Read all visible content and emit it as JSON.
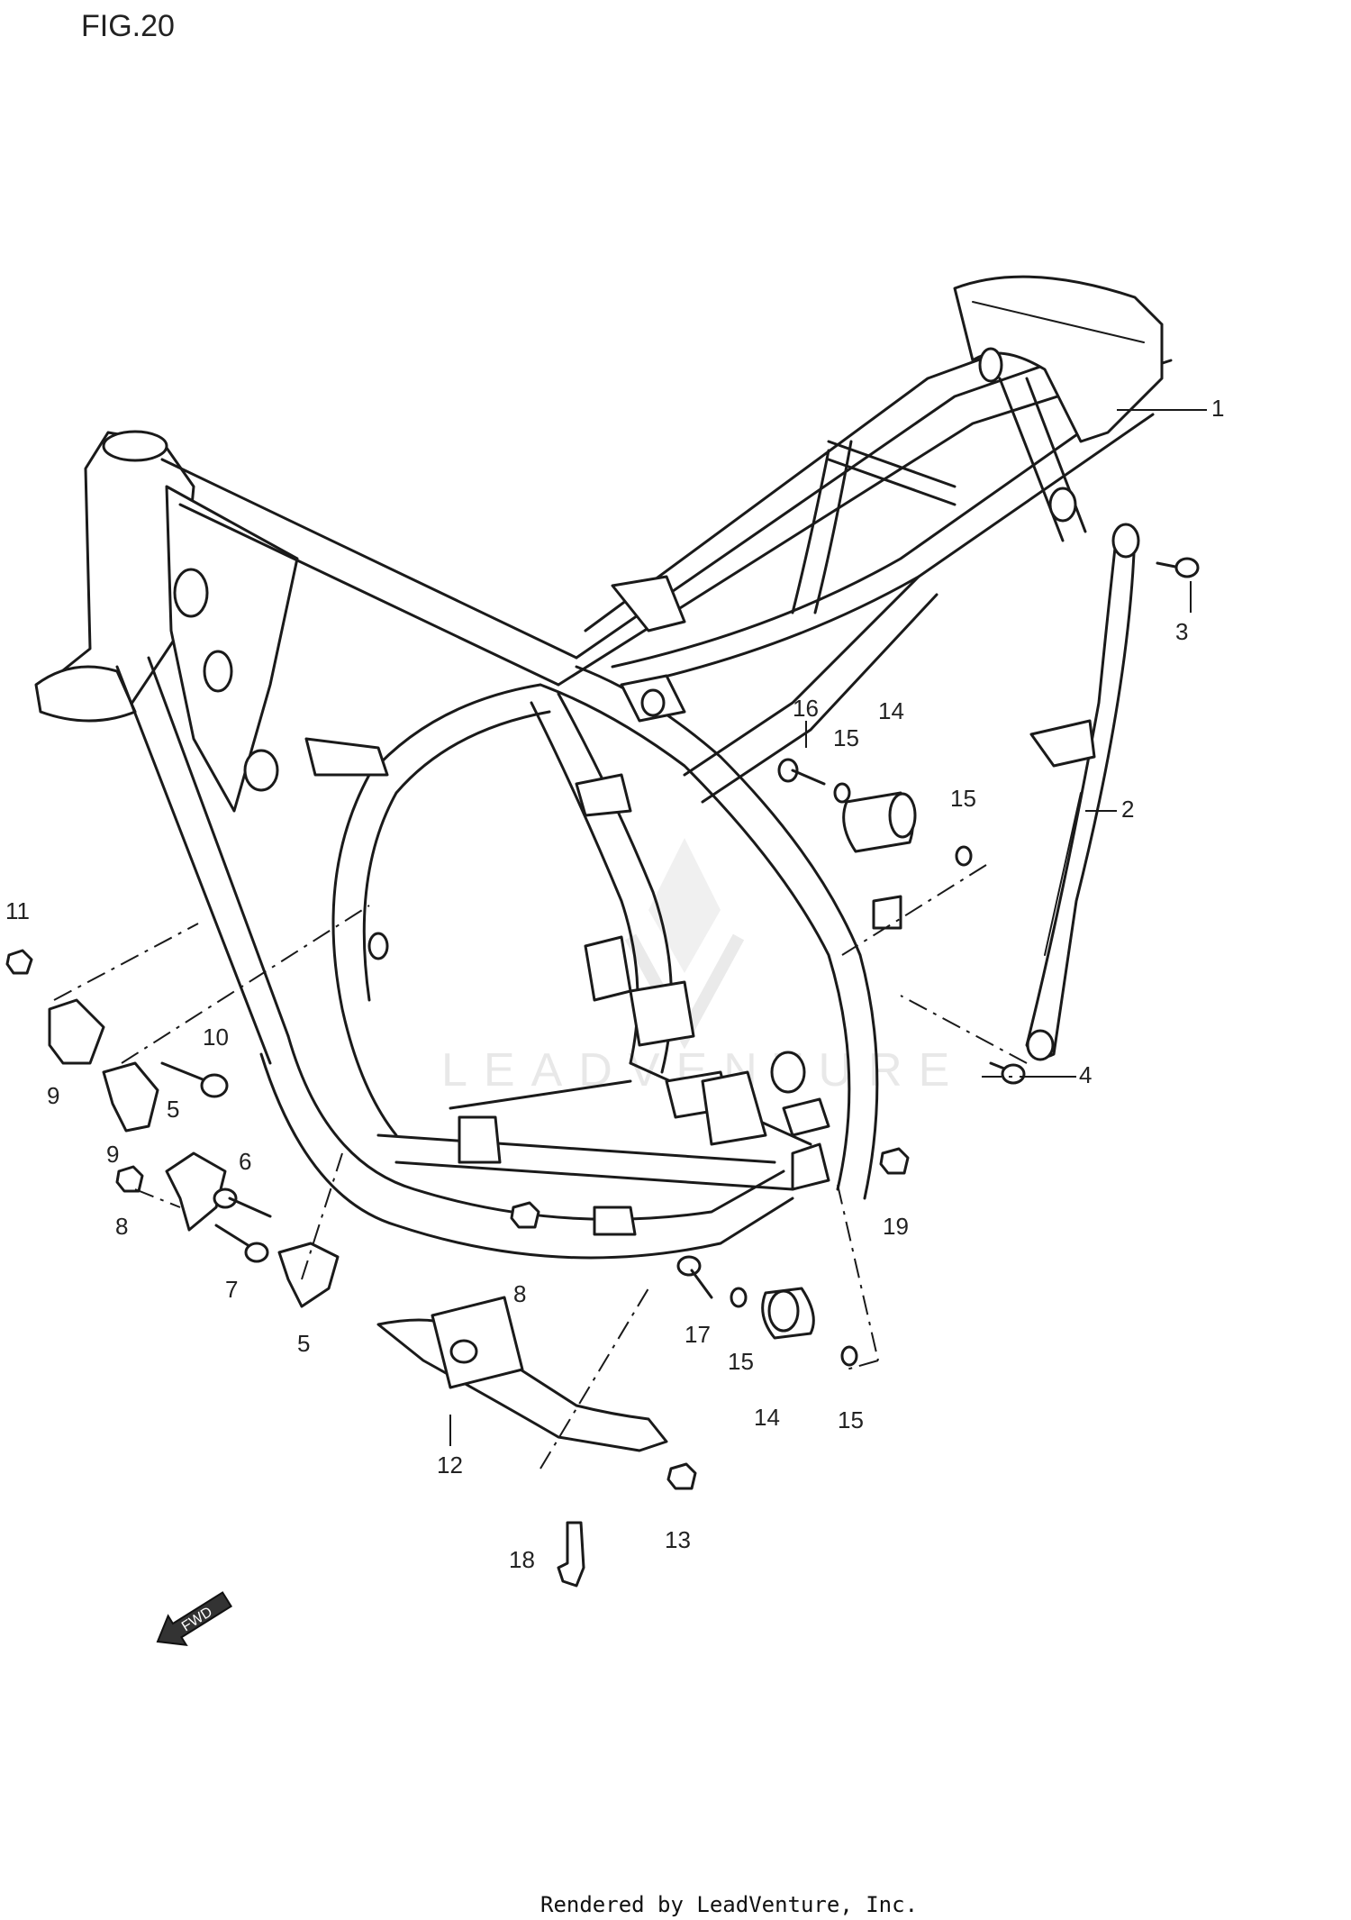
{
  "figure": {
    "title": "FIG.20"
  },
  "watermark": {
    "text": "LEADVENTURE"
  },
  "footer": {
    "text": "Rendered by LeadVenture, Inc."
  },
  "direction_arrow": {
    "label": "FWD",
    "icon": "fwd-arrow-icon"
  },
  "callouts": [
    {
      "id": "c1",
      "label": "1"
    },
    {
      "id": "c2",
      "label": "2"
    },
    {
      "id": "c3",
      "label": "3"
    },
    {
      "id": "c4",
      "label": "4"
    },
    {
      "id": "c5a",
      "label": "5"
    },
    {
      "id": "c5b",
      "label": "5"
    },
    {
      "id": "c6",
      "label": "6"
    },
    {
      "id": "c7",
      "label": "7"
    },
    {
      "id": "c8a",
      "label": "8"
    },
    {
      "id": "c8b",
      "label": "8"
    },
    {
      "id": "c9a",
      "label": "9"
    },
    {
      "id": "c9b",
      "label": "9"
    },
    {
      "id": "c10",
      "label": "10"
    },
    {
      "id": "c11",
      "label": "11"
    },
    {
      "id": "c12",
      "label": "12"
    },
    {
      "id": "c13",
      "label": "13"
    },
    {
      "id": "c14a",
      "label": "14"
    },
    {
      "id": "c14b",
      "label": "14"
    },
    {
      "id": "c15a",
      "label": "15"
    },
    {
      "id": "c15b",
      "label": "15"
    },
    {
      "id": "c15c",
      "label": "15"
    },
    {
      "id": "c15d",
      "label": "15"
    },
    {
      "id": "c16",
      "label": "16"
    },
    {
      "id": "c17",
      "label": "17"
    },
    {
      "id": "c18",
      "label": "18"
    },
    {
      "id": "c19",
      "label": "19"
    }
  ]
}
